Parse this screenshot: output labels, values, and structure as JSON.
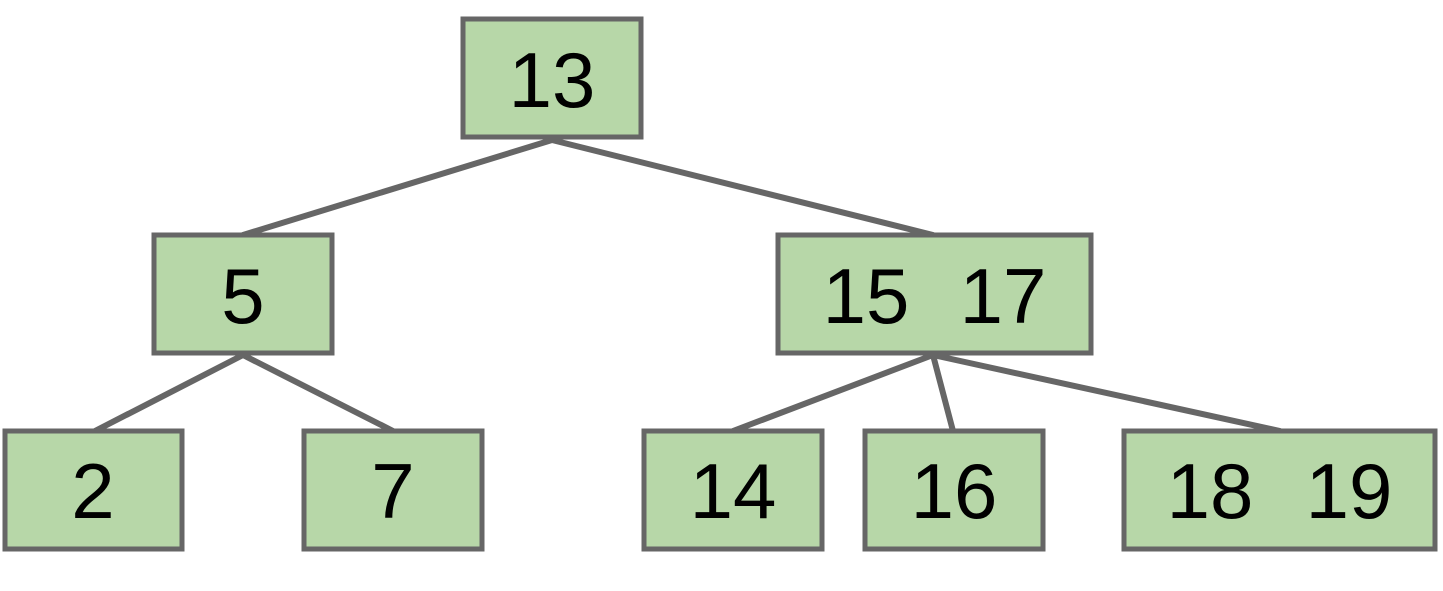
{
  "tree": {
    "colors": {
      "node_fill": "#b7d7a8",
      "node_border": "#666666",
      "edge": "#666666",
      "text": "#000000"
    },
    "nodes": {
      "root": {
        "keys": [
          "13"
        ]
      },
      "left": {
        "keys": [
          "5"
        ]
      },
      "right": {
        "keys": [
          "15",
          "17"
        ]
      },
      "left_left": {
        "keys": [
          "2"
        ]
      },
      "left_right": {
        "keys": [
          "7"
        ]
      },
      "right_left": {
        "keys": [
          "14"
        ]
      },
      "right_middle": {
        "keys": [
          "16"
        ]
      },
      "right_right": {
        "keys": [
          "18",
          "19"
        ]
      }
    },
    "edges": [
      {
        "from": "root",
        "to": "left"
      },
      {
        "from": "root",
        "to": "right"
      },
      {
        "from": "left",
        "to": "left_left"
      },
      {
        "from": "left",
        "to": "left_right"
      },
      {
        "from": "right",
        "to": "right_left"
      },
      {
        "from": "right",
        "to": "right_middle"
      },
      {
        "from": "right",
        "to": "right_right"
      }
    ]
  }
}
